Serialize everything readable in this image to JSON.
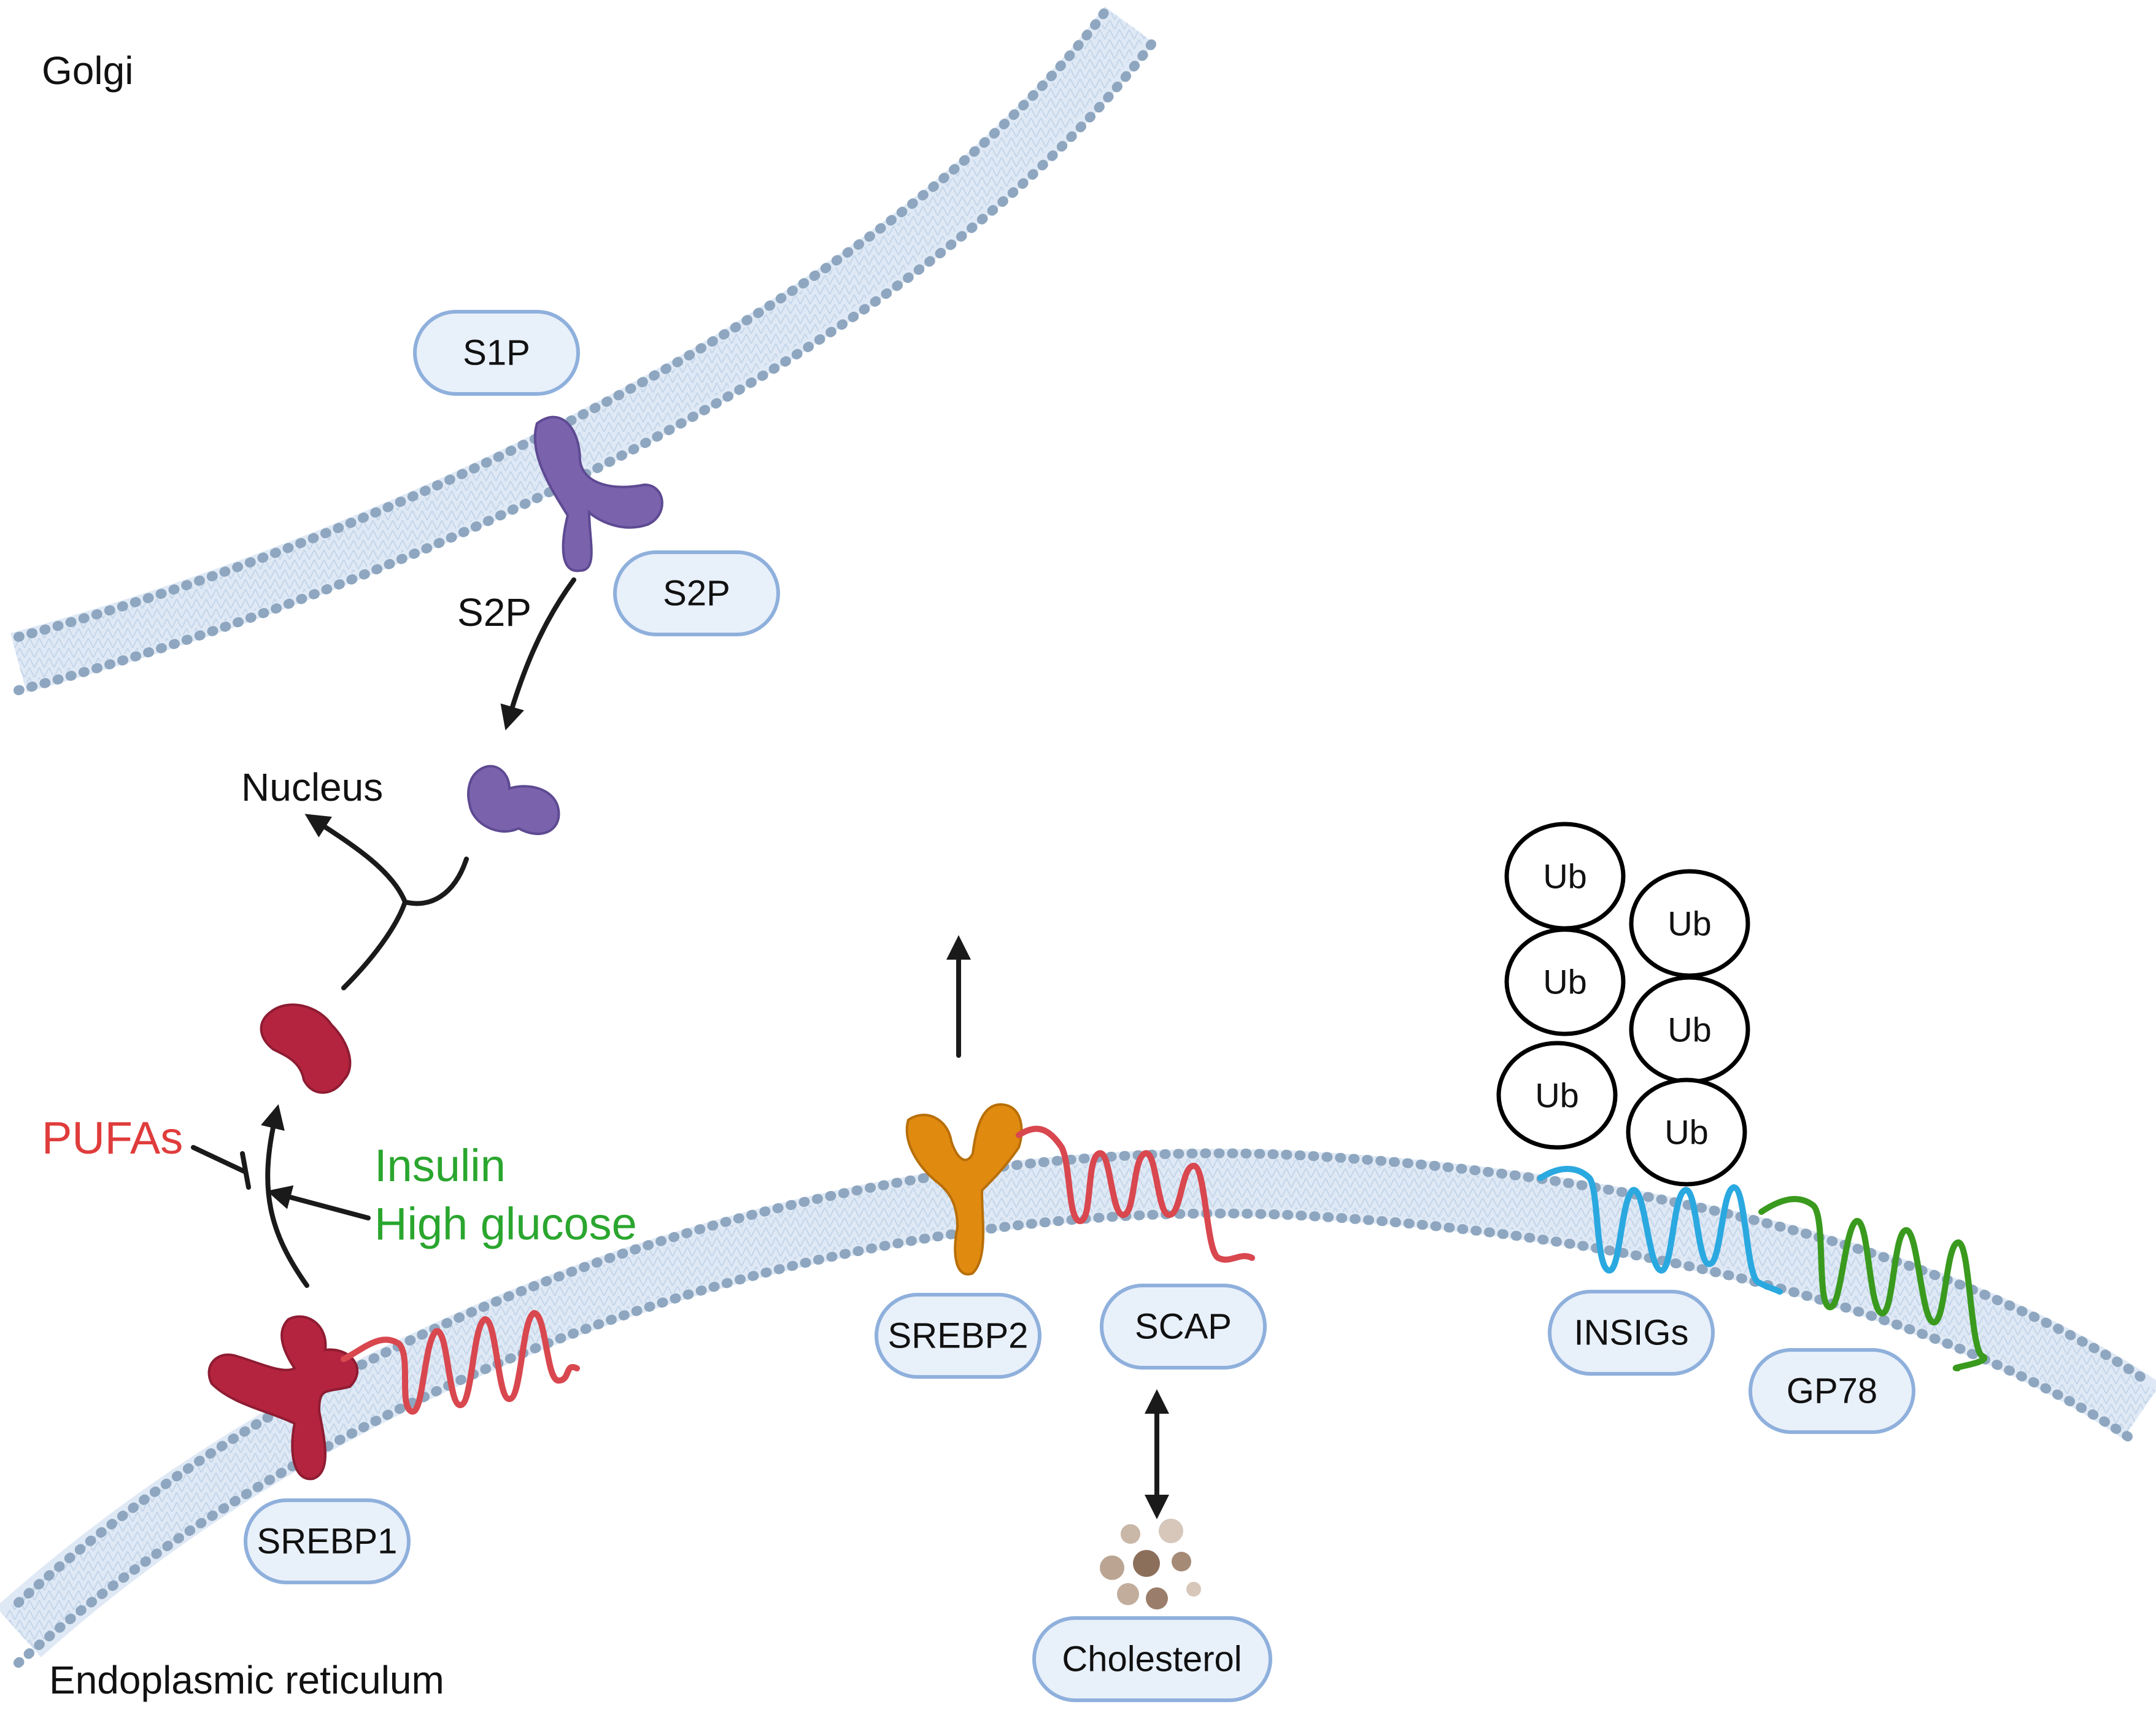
{
  "regions": {
    "golgi": "Golgi",
    "er": "Endoplasmic reticulum"
  },
  "proteins": {
    "s1p": "S1P",
    "s2p_box": "S2P",
    "srebp1": "SREBP1",
    "srebp2": "SREBP2",
    "scap": "SCAP",
    "insigs": "INSIGs",
    "gp78": "GP78",
    "cholesterol": "Cholesterol"
  },
  "annotations": {
    "s2p_arrow": "S2P",
    "nucleus": "Nucleus",
    "pufas": "PUFAs",
    "insulin": "Insulin",
    "high_glucose": "High glucose"
  },
  "ubiquitin": [
    "Ub",
    "Ub",
    "Ub",
    "Ub",
    "Ub",
    "Ub"
  ],
  "colors": {
    "membrane_dot": "#8ea6bf",
    "membrane_fill": "#dfe9f5",
    "pill_fill": "#e8f0fa",
    "pill_stroke": "#8fb0dc",
    "srebp1": "#b5243f",
    "srebp2": "#e08a10",
    "scap": "#d9474f",
    "proteases": "#7a62ad",
    "insigs": "#2aa8e0",
    "gp78": "#3a9a1e",
    "pufas": "#e03c3c",
    "insulin": "#2aa62e",
    "cholesterol": "#a58a76"
  }
}
